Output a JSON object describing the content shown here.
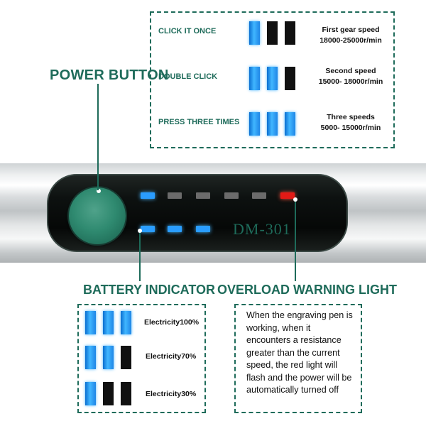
{
  "gears": {
    "rows": [
      {
        "label": "CLICK IT ONCE",
        "desc_line1": "First gear speed",
        "desc_line2": "18000-25000r/min",
        "cells": [
          true,
          false,
          false
        ]
      },
      {
        "label": "DOUBLE CLICK",
        "desc_line1": "Second speed",
        "desc_line2": "15000- 18000r/min",
        "cells": [
          true,
          true,
          false
        ]
      },
      {
        "label": "PRESS THREE TIMES",
        "desc_line1": "Three speeds",
        "desc_line2": "5000- 15000r/min",
        "cells": [
          true,
          true,
          true
        ]
      }
    ]
  },
  "device": {
    "model": "DM-301",
    "top_leds": [
      "blue",
      "gray",
      "gray",
      "gray",
      "gray",
      "red"
    ],
    "bottom_leds": [
      "blue",
      "blue",
      "blue"
    ]
  },
  "labels": {
    "power_button": "POWER BUTTON",
    "battery_indicator": "BATTERY INDICATOR",
    "overload_warning": "OVERLOAD WARNING LIGHT"
  },
  "battery": {
    "rows": [
      {
        "label": "Electricity100%",
        "cells": [
          true,
          true,
          true
        ]
      },
      {
        "label": "Electricity70%",
        "cells": [
          true,
          true,
          false
        ]
      },
      {
        "label": "Electricity30%",
        "cells": [
          true,
          false,
          false
        ]
      }
    ]
  },
  "overload": {
    "text": "When the engraving pen is working, when it encounters a resistance greater than the current speed, the red light will flash and the power will be automatically turned off"
  },
  "colors": {
    "accent": "#1e6b5a",
    "led_blue": "#2a9dff",
    "led_red": "#e21a16"
  }
}
